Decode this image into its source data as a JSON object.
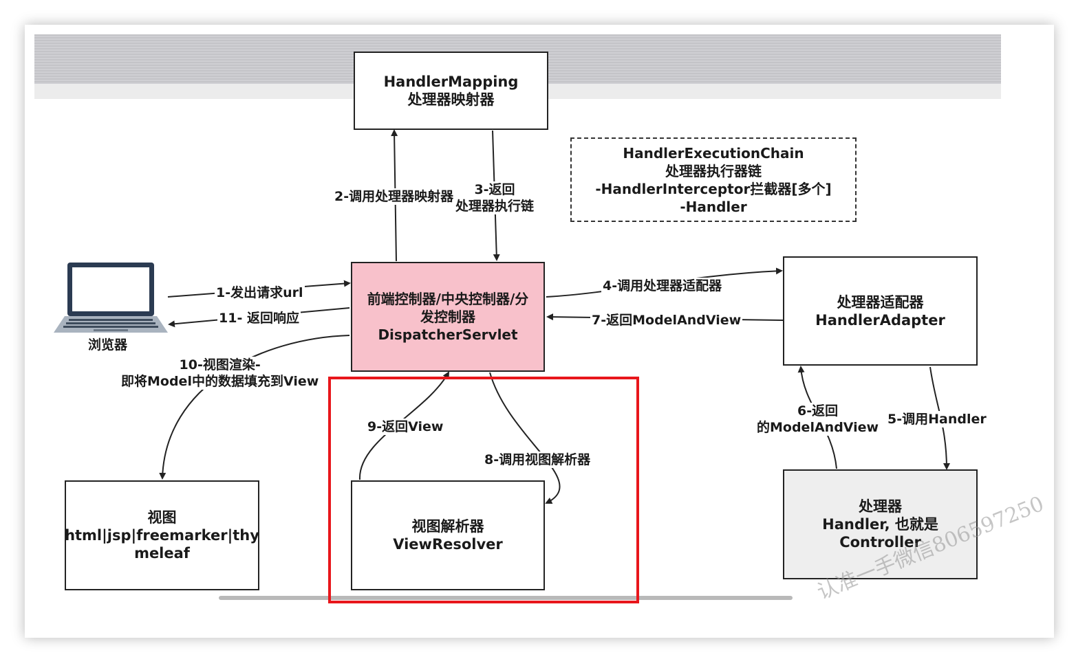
{
  "nodes": {
    "handler_mapping": [
      "HandlerMapping",
      "处理器映射器"
    ],
    "execution_chain": [
      "HandlerExecutionChain",
      "处理器执行器链",
      "-HandlerInterceptor拦截器[多个]",
      "-Handler"
    ],
    "dispatcher": [
      "前端控制器/中央控制器/分",
      "发控制器",
      "DispatcherServlet"
    ],
    "handler_adapter": [
      "处理器适配器",
      "HandlerAdapter"
    ],
    "view": [
      "视图",
      "html|jsp|freemarker|thy",
      "meleaf"
    ],
    "view_resolver": [
      "视图解析器",
      "ViewResolver"
    ],
    "handler": [
      "处理器",
      "Handler, 也就是",
      "Controller"
    ]
  },
  "browser_label": "浏览器",
  "edges": {
    "e1": "1-发出请求url",
    "e2": "2-调用处理器映射器",
    "e3": [
      "3-返回",
      "处理器执行链"
    ],
    "e4": "4-调用处理器适配器",
    "e5": "5-调用Handler",
    "e6": [
      "6-返回",
      "的ModelAndView"
    ],
    "e7": "7-返回ModelAndView",
    "e8": "8-调用视图解析器",
    "e9": "9-返回View",
    "e10": [
      "10-视图渲染-",
      "即将Model中的数据填充到View"
    ],
    "e11": "11- 返回响应"
  },
  "watermark": "认准一手微信806597250",
  "colors": {
    "dispatcher_fill": "#f8c1cb",
    "highlight": "#e8161b",
    "handler_fill": "#eeeeee"
  }
}
